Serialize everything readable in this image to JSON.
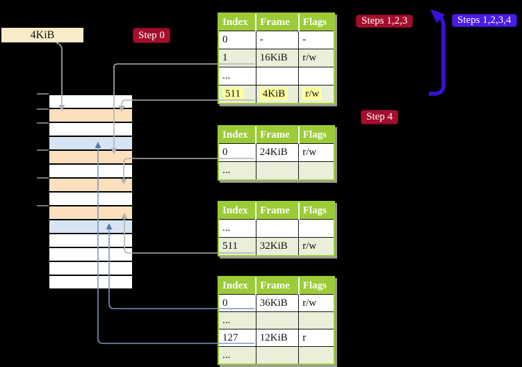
{
  "colors": {
    "background": "#000000",
    "table_green": "#9bcb37",
    "table_alt_row": "#e9efd8",
    "table_highlight": "#ffff9e",
    "table_shadow": "#9a9a9a",
    "badge_red": "#a60d2c",
    "badge_blue": "#4b1be8",
    "flow_arrow_blue": "#3a10da",
    "connector_gray": "#b2b2b2",
    "connector_blue": "#7b97c4",
    "connector_blue_head": "#5577aa",
    "memory_peach": "#fcdfbc",
    "memory_blue": "#d6e4f4",
    "label_cream": "#f8ecc8",
    "tick_gray": "#787878"
  },
  "labels": {
    "page_size": "4KiB",
    "step0": "Step 0",
    "steps123": "Steps 1,2,3",
    "steps1234": "Steps 1,2,3,4",
    "step4": "Step 4"
  },
  "tables": [
    {
      "headers": [
        "Index",
        "Frame",
        "Flags"
      ],
      "rows": [
        {
          "cells": [
            "0",
            "-",
            "-"
          ],
          "alt": false,
          "highlight": false
        },
        {
          "cells": [
            "1",
            "16KiB",
            "r/w"
          ],
          "alt": true,
          "highlight": false
        },
        {
          "cells": [
            "...",
            "",
            ""
          ],
          "alt": false,
          "highlight": false
        },
        {
          "cells": [
            "511",
            "4KiB",
            "r/w"
          ],
          "alt": true,
          "highlight": true
        }
      ]
    },
    {
      "headers": [
        "Index",
        "Frame",
        "Flags"
      ],
      "rows": [
        {
          "cells": [
            "0",
            "24KiB",
            "r/w"
          ],
          "alt": false,
          "highlight": false
        },
        {
          "cells": [
            "...",
            "",
            ""
          ],
          "alt": true,
          "highlight": false
        }
      ]
    },
    {
      "headers": [
        "Index",
        "Frame",
        "Flags"
      ],
      "rows": [
        {
          "cells": [
            "...",
            "",
            ""
          ],
          "alt": false,
          "highlight": false
        },
        {
          "cells": [
            "511",
            "32KiB",
            "r/w"
          ],
          "alt": true,
          "highlight": false
        }
      ]
    },
    {
      "headers": [
        "Index",
        "Frame",
        "Flags"
      ],
      "rows": [
        {
          "cells": [
            "0",
            "36KiB",
            "r/w"
          ],
          "alt": false,
          "highlight": false
        },
        {
          "cells": [
            "...",
            "",
            ""
          ],
          "alt": true,
          "highlight": false
        },
        {
          "cells": [
            "127",
            "12KiB",
            "r"
          ],
          "alt": false,
          "highlight": false
        },
        {
          "cells": [
            "...",
            "",
            ""
          ],
          "alt": true,
          "highlight": false
        }
      ]
    }
  ],
  "memory": {
    "rows": [
      "white",
      "peach",
      "white",
      "blue",
      "peach",
      "white",
      "peach",
      "white",
      "peach",
      "blue",
      "white",
      "white",
      "white",
      "white"
    ],
    "tick_ys": [
      134,
      156,
      176,
      215,
      255,
      295
    ]
  }
}
